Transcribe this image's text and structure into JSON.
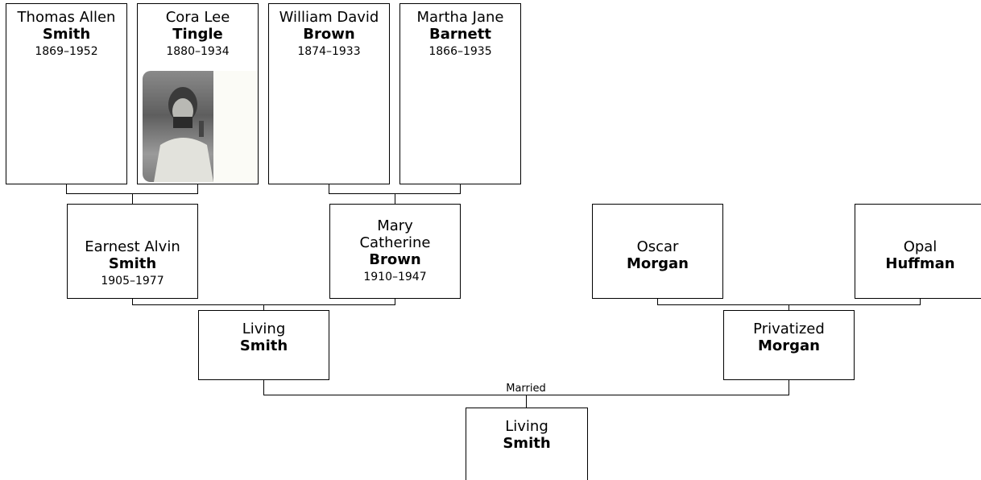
{
  "people": {
    "thomas": {
      "given": "Thomas Allen",
      "surname": "Smith",
      "dates": "1869–1952"
    },
    "cora": {
      "given": "Cora Lee",
      "surname": "Tingle",
      "dates": "1880–1934",
      "photo_icon": "portrait-photo-icon"
    },
    "william": {
      "given": "William David",
      "surname": "Brown",
      "dates": "1874–1933"
    },
    "martha": {
      "given": "Martha Jane",
      "surname": "Barnett",
      "dates": "1866–1935"
    },
    "earnest": {
      "given": "Earnest Alvin",
      "surname": "Smith",
      "dates": "1905–1977"
    },
    "mary": {
      "given": "Mary Catherine",
      "surname": "Brown",
      "dates": "1910–1947"
    },
    "oscar": {
      "given": "Oscar",
      "surname": "Morgan"
    },
    "opal": {
      "given": "Opal",
      "surname": "Huffman"
    },
    "living_father": {
      "given": "Living",
      "surname": "Smith"
    },
    "privatized": {
      "given": "Privatized",
      "surname": "Morgan"
    },
    "living_child": {
      "given": "Living",
      "surname": "Smith"
    }
  },
  "marriage_label": "Married"
}
